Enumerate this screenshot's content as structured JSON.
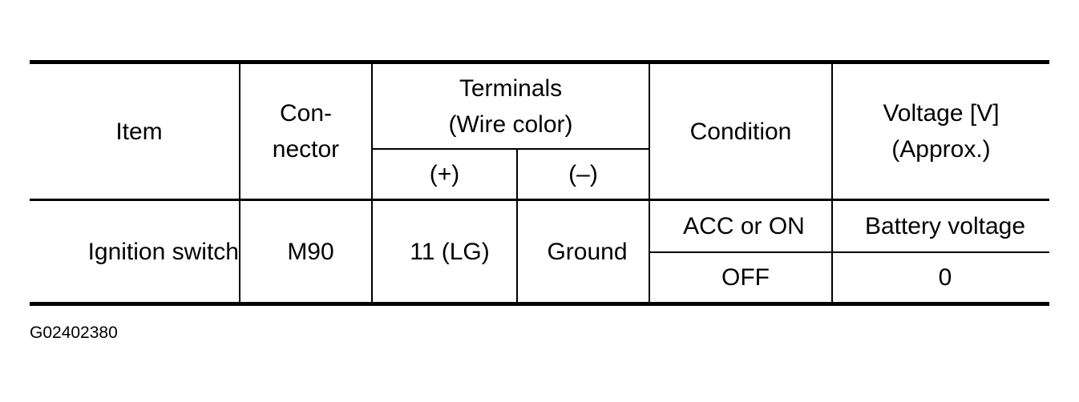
{
  "table": {
    "headers": {
      "item": "Item",
      "connector": "Con-\nnector",
      "terminals": "Terminals\n(Wire color)",
      "terminal_plus": "(+)",
      "terminal_minus": "(–)",
      "condition": "Condition",
      "voltage": "Voltage [V]\n(Approx.)"
    },
    "rows": [
      {
        "item": "Ignition switch",
        "connector": "M90",
        "terminal_plus": "11 (LG)",
        "terminal_minus": "Ground",
        "conditions": [
          {
            "condition": "ACC or ON",
            "voltage": "Battery voltage"
          },
          {
            "condition": "OFF",
            "voltage": "0"
          }
        ]
      }
    ]
  },
  "figure_id": "G02402380"
}
